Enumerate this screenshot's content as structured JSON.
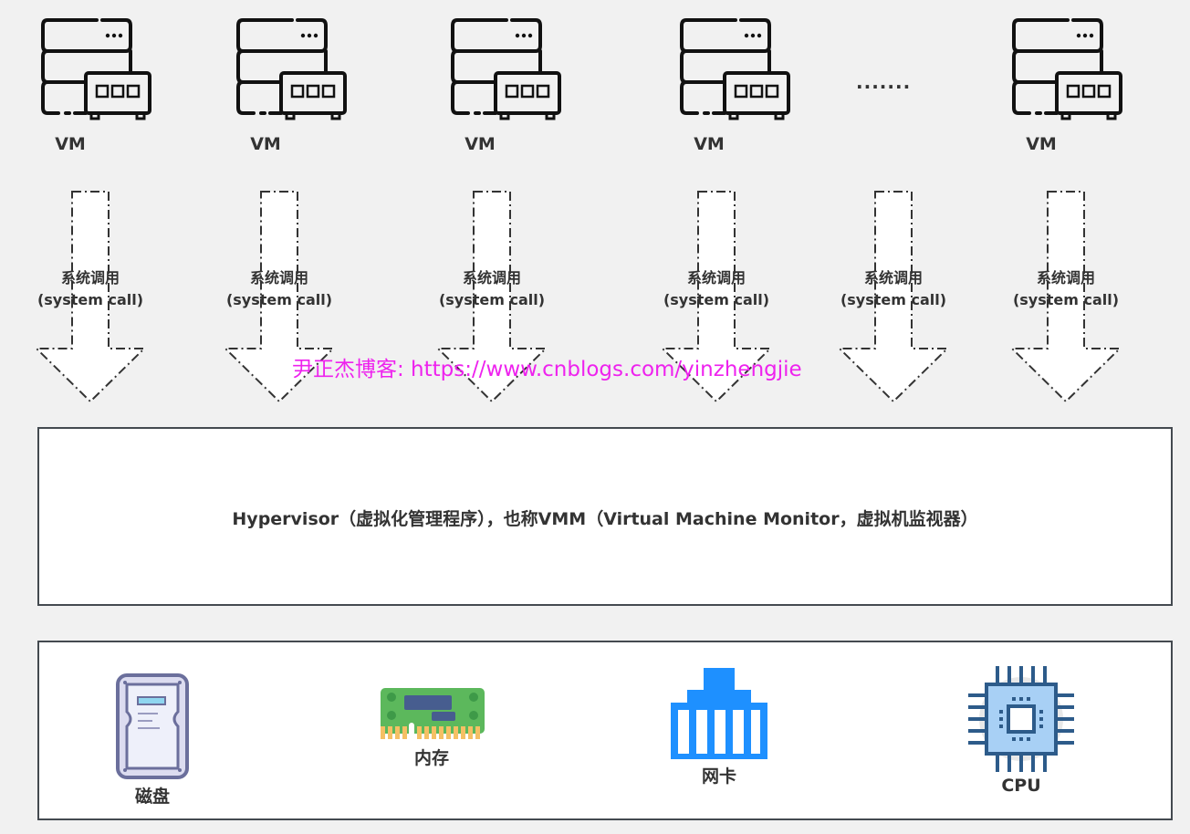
{
  "vms": [
    {
      "label": "VM",
      "icon": "server-icon"
    },
    {
      "label": "VM",
      "icon": "server-icon"
    },
    {
      "label": "VM",
      "icon": "server-icon"
    },
    {
      "label": "VM",
      "icon": "server-icon"
    },
    {
      "label": "VM",
      "icon": "server-icon"
    }
  ],
  "ellipsis": ".......",
  "arrows": [
    {
      "line1": "系统调用",
      "line2": "(system call)"
    },
    {
      "line1": "系统调用",
      "line2": "(system call)"
    },
    {
      "line1": "系统调用",
      "line2": "(system call)"
    },
    {
      "line1": "系统调用",
      "line2": "(system call)"
    },
    {
      "line1": "系统调用",
      "line2": "(system call)"
    },
    {
      "line1": "系统调用",
      "line2": "(system call)"
    }
  ],
  "watermark": "尹正杰博客: https://www.cnblogs.com/yinzhengjie",
  "hypervisor": {
    "text": "Hypervisor（虚拟化管理程序），也称VMM（Virtual Machine Monitor，虚拟机监视器）"
  },
  "hardware": [
    {
      "label": "磁盘",
      "icon": "hard-disk-icon"
    },
    {
      "label": "内存",
      "icon": "memory-icon"
    },
    {
      "label": "网卡",
      "icon": "network-card-icon"
    },
    {
      "label": "CPU",
      "icon": "cpu-icon"
    }
  ],
  "colors": {
    "background": "#f1f1f1",
    "watermark": "#ee22ee",
    "memory_green": "#5cb85c",
    "nic_blue": "#1e90ff",
    "cpu_fill": "#a8d0f5",
    "cpu_stroke": "#2d5b8a",
    "disk_stroke": "#6b6f9c"
  }
}
